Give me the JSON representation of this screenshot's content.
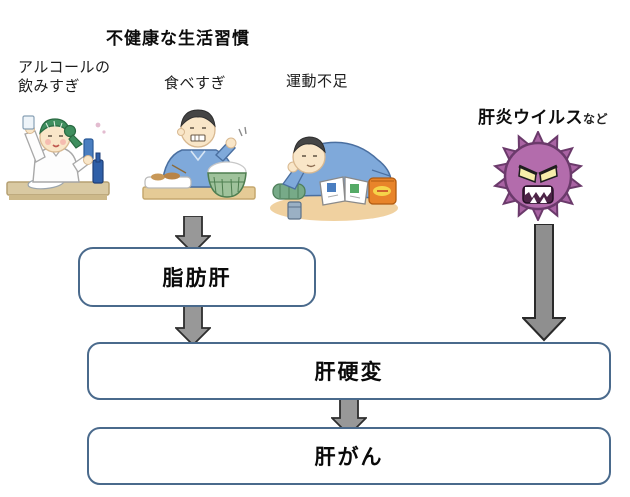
{
  "title": "不健康な生活習慣",
  "causes": [
    {
      "id": "alcohol",
      "label": "アルコールの\n飲みすぎ"
    },
    {
      "id": "overeating",
      "label": "食べすぎ"
    },
    {
      "id": "no-exercise",
      "label": "運動不足"
    }
  ],
  "virus": {
    "label": "肝炎ウイルス",
    "suffix": "など"
  },
  "stages": [
    {
      "id": "fatty-liver",
      "label": "脂肪肝"
    },
    {
      "id": "cirrhosis",
      "label": "肝硬変"
    },
    {
      "id": "liver-cancer",
      "label": "肝がん"
    }
  ],
  "colors": {
    "box_border": "#4a6a8c",
    "arrow_fill": "#989898",
    "arrow_outline": "#2e2e2e",
    "virus_body": "#b36cac",
    "virus_outline": "#6b3a6b"
  }
}
